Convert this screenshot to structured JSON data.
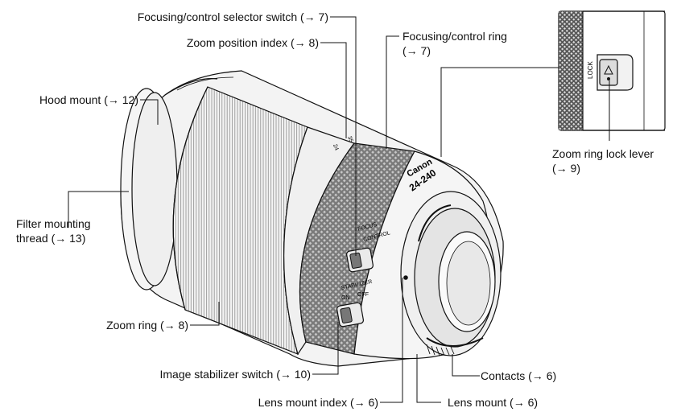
{
  "labels": {
    "focus_switch": "Focusing/control selector switch (→ 7)",
    "zoom_index": "Zoom position index (→ 8)",
    "control_ring_1": "Focusing/control ring",
    "control_ring_2": "(→ 7)",
    "hood_mount": "Hood mount (→ 12)",
    "filter_1": "Filter mounting",
    "filter_2": "thread (→ 13)",
    "zoom_ring": "Zoom ring (→ 8)",
    "stabilizer": "Image stabilizer switch (→ 10)",
    "mount_index": "Lens mount index (→ 6)",
    "mount": "Lens mount (→ 6)",
    "contacts": "Contacts (→ 6)",
    "lock_lever_1": "Zoom ring lock lever",
    "lock_lever_2": "(→ 9)"
  },
  "lens_marks": {
    "brand": "Canon",
    "model": "24-240",
    "focus_switch_top": "FOCUS",
    "focus_switch_bottom": "CONTROL",
    "stabilizer_title": "STABILIZER",
    "stabilizer_on": "ON",
    "stabilizer_off": "OFF",
    "zoom_index_24": "24",
    "zoom_index_35": "35",
    "lock": "LOCK"
  },
  "colors": {
    "line": "#111111",
    "barrel": "#f2f2f2",
    "ring": "#d9d9d9",
    "knurl": "#6e6e6e",
    "glass": "#ececec"
  }
}
